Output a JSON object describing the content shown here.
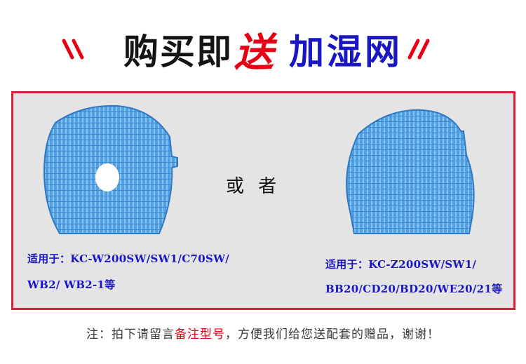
{
  "headline": {
    "part1": "购买即",
    "part2": "送",
    "part3": "加湿网"
  },
  "panel": {
    "center_label": "或 者",
    "left_spec_line1": "适用于：KC-W200SW/SW1/C70SW/",
    "left_spec_line2": "WB2/ WB2-1等",
    "right_spec_line1": "适用于：KC-Z200SW/SW1/",
    "right_spec_line2": "BB20/CD20/BD20/WE20/21等"
  },
  "note": {
    "before": "注：拍下请留言",
    "highlight": "备注型号",
    "after": "，方便我们给您送配套的赠品，谢谢！"
  },
  "colors": {
    "accent_red": "#e60016",
    "accent_blue": "#1a17c2",
    "filter_blue": "#4a9be0",
    "panel_border": "#d8213b",
    "panel_bg": "#e4e4e4"
  },
  "icons": [
    "slash-decoration-icon",
    "filter-mesh-image"
  ]
}
